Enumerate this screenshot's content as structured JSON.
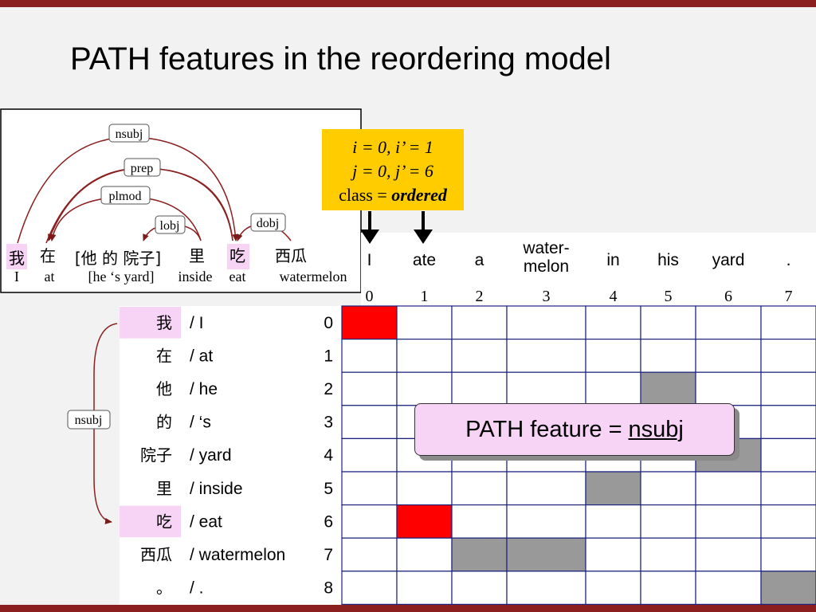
{
  "title": "PATH features in the reordering model",
  "tree": {
    "words": [
      {
        "zh": "我",
        "en": "I",
        "highlight": true
      },
      {
        "zh": "在",
        "en": "at",
        "highlight": false
      },
      {
        "zh": "[他 的 院子]",
        "en": "[he ‘s yard]",
        "highlight": false
      },
      {
        "zh": "里",
        "en": "inside",
        "highlight": false
      },
      {
        "zh": "吃",
        "en": "eat",
        "highlight": true
      },
      {
        "zh": "西瓜",
        "en": "watermelon",
        "highlight": false
      }
    ],
    "labels": [
      "nsubj",
      "prep",
      "plmod",
      "lobj",
      "dobj"
    ]
  },
  "info": {
    "line1": "i = 0, i’ = 1",
    "line2": "j = 0, j’ = 6",
    "line3_prefix": "class = ",
    "line3_value": "ordered"
  },
  "grid": {
    "columns": [
      {
        "word": "I",
        "index": "0"
      },
      {
        "word": "ate",
        "index": "1"
      },
      {
        "word": "a",
        "index": "2"
      },
      {
        "word": "water-\nmelon",
        "index": "3"
      },
      {
        "word": "in",
        "index": "4"
      },
      {
        "word": "his",
        "index": "5"
      },
      {
        "word": "yard",
        "index": "6"
      },
      {
        "word": ".",
        "index": "7"
      }
    ],
    "rows": [
      {
        "zh": "我",
        "en": "/ I",
        "index": "0",
        "highlight": true
      },
      {
        "zh": "在",
        "en": "/ at",
        "index": "1",
        "highlight": false
      },
      {
        "zh": "他",
        "en": "/ he",
        "index": "2",
        "highlight": false
      },
      {
        "zh": "的",
        "en": "/ ‘s",
        "index": "3",
        "highlight": false
      },
      {
        "zh": "院子",
        "en": "/ yard",
        "index": "4",
        "highlight": false
      },
      {
        "zh": "里",
        "en": "/ inside",
        "index": "5",
        "highlight": false
      },
      {
        "zh": "吃",
        "en": "/ eat",
        "index": "6",
        "highlight": true
      },
      {
        "zh": "西瓜",
        "en": "/ watermelon",
        "index": "7",
        "highlight": false
      },
      {
        "zh": "。",
        "en": "/ .",
        "index": "8",
        "highlight": false
      }
    ],
    "red_cells": [
      [
        0,
        0
      ],
      [
        6,
        1
      ]
    ],
    "gray_cells": [
      [
        2,
        5
      ],
      [
        3,
        5
      ],
      [
        4,
        6
      ],
      [
        5,
        4
      ],
      [
        7,
        2
      ],
      [
        7,
        3
      ],
      [
        8,
        7
      ]
    ],
    "path_label": "nsubj",
    "colors": {
      "red": "#ff0000",
      "gray": "#999999",
      "border": "#1a237e",
      "highlight": "#f7d3f5"
    }
  },
  "feature": {
    "prefix": "PATH feature =",
    "value": "nsubj"
  }
}
